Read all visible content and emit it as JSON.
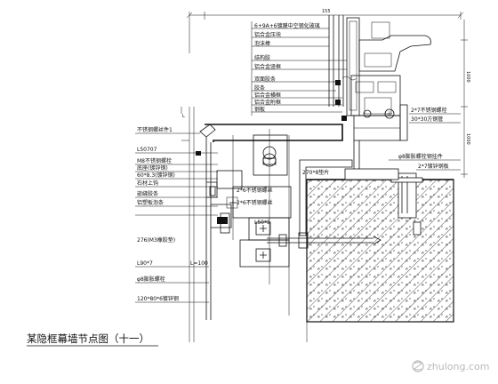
{
  "title": "某隐框幕墙节点图（十一）",
  "watermark": "zhulong.com",
  "dimensions": {
    "top": "155",
    "right_upper": "1000",
    "right_lower": "1000"
  },
  "left_labels": [
    "不锈钢螺丝件1",
    "L50707",
    "M8不锈钢螺栓",
    "底座(镀锌钢)",
    "60*8.3(镀锌钢)",
    "石材上钩",
    "嵌缝胶条",
    "铝塑板泡条",
    "276(M3橡胶垫)",
    "L90*7",
    "L=100",
    "φ8膨胀螺栓",
    "120*80*6镀锌钢"
  ],
  "upper_labels": [
    "6+9A+6镀膜中空钢化玻璃",
    "铝合金压块",
    "泡沫棒",
    "结构胶",
    "铝合金竖框",
    "双面胶条",
    "胶条",
    "铝合金横框",
    "铝合金附框",
    "钢板"
  ],
  "center_labels": [
    "2*6不锈钢螺丝",
    "2*6不锈钢螺丝",
    "L50*5",
    "270*8垫片"
  ],
  "right_labels": [
    "2*7不锈钢螺栓",
    "30*30方钢管",
    "φ8膨胀螺栓钢挂件",
    "2*7镀锌钢板"
  ]
}
